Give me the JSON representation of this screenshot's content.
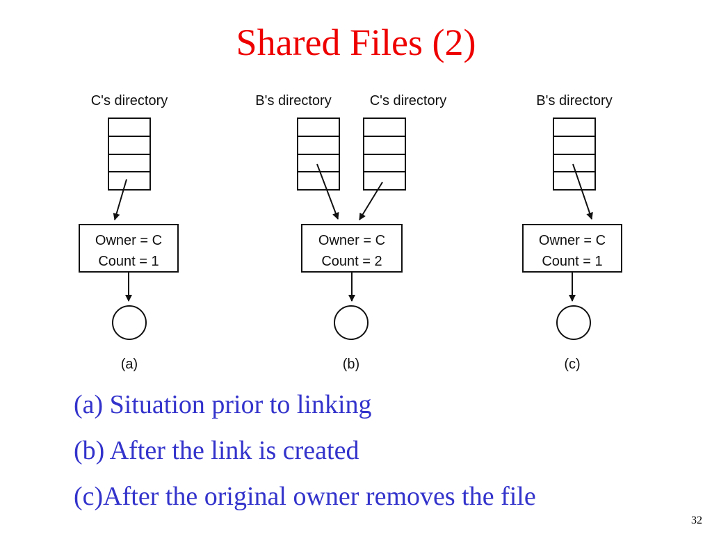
{
  "title": "Shared Files (2)",
  "panels": [
    {
      "id": "a",
      "directories": [
        "C's directory"
      ],
      "inode": {
        "owner": "Owner = C",
        "count": "Count = 1"
      },
      "caption": "(a)"
    },
    {
      "id": "b",
      "directories": [
        "B's directory",
        "C's directory"
      ],
      "inode": {
        "owner": "Owner = C",
        "count": "Count = 2"
      },
      "caption": "(b)"
    },
    {
      "id": "c",
      "directories": [
        "B's directory"
      ],
      "inode": {
        "owner": "Owner = C",
        "count": "Count = 1"
      },
      "caption": "(c)"
    }
  ],
  "descriptions": [
    "(a) Situation prior to linking",
    "(b) After the link is created",
    "(c)After the original owner removes the file"
  ],
  "page_number": "32"
}
